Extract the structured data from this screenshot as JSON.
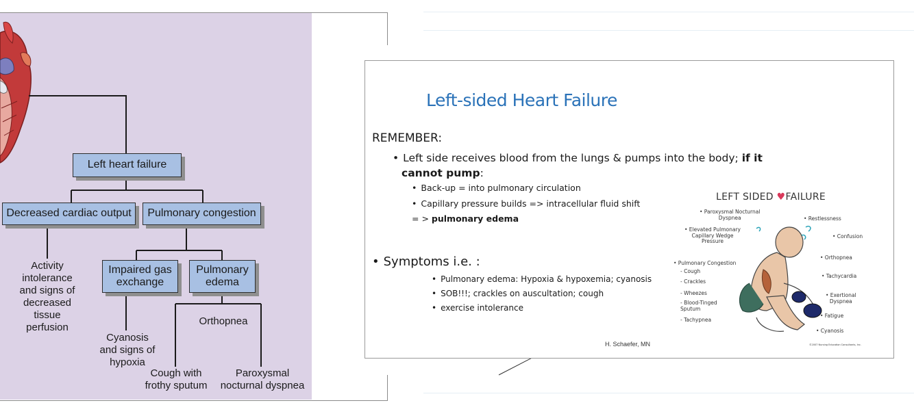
{
  "diagram": {
    "left_heart_failure": "Left heart failure",
    "decreased_cardiac_output": "Decreased cardiac output",
    "pulmonary_congestion": "Pulmonary congestion",
    "impaired_gas_exchange_1": "Impaired gas",
    "impaired_gas_exchange_2": "exchange",
    "pulmonary_edema_1": "Pulmonary",
    "pulmonary_edema_2": "edema",
    "activity_intolerance": [
      "Activity",
      "intolerance",
      "and signs of",
      "decreased",
      "tissue",
      "perfusion"
    ],
    "cyanosis": [
      "Cyanosis",
      "and signs of",
      "hypoxia"
    ],
    "orthopnea": "Orthopnea",
    "cough": [
      "Cough with",
      "frothy sputum"
    ],
    "paroxysmal": [
      "Paroxysmal",
      "nocturnal dyspnea"
    ]
  },
  "slide": {
    "title": "Left-sided Heart Failure",
    "remember": "REMEMBER:",
    "bullet1_plain": "Left side receives blood from the lungs & pumps into the body; ",
    "bullet1_bold_a": "if it",
    "bullet1_bold_b": "cannot pump",
    "bullet1_end": ":",
    "sub1": "Back-up = into pulmonary circulation",
    "sub2": "Capillary pressure builds => intracellular fluid shift",
    "sub3_plain": "= > ",
    "sub3_bold": "pulmonary edema",
    "symptoms": "Symptoms i.e. :",
    "symptom_items": [
      "Pulmonary edema: Hypoxia & hypoxemia; cyanosis",
      "SOB!!!; crackles on auscultation; cough",
      "exercise intolerance"
    ],
    "credit": "H. Schaefer, MN"
  },
  "illustration": {
    "title_a": "LEFT SIDED",
    "title_b": "FAILURE",
    "labels_left": [
      "• Paroxysmal Nocturnal\nDyspnea",
      "• Elevated Pulmonary\nCapillary Wedge\nPressure",
      "• Pulmonary Congestion",
      "- Cough",
      "- Crackles",
      "- Wheezes",
      "- Blood-Tinged\nSputum",
      "- Tachypnea"
    ],
    "labels_right": [
      "• Restlessness",
      "• Confusion",
      "• Orthopnea",
      "• Tachycardia",
      "• Exertional\nDyspnea",
      "• Fatigue",
      "• Cyanosis"
    ],
    "copyright": "©2007 Nursing Education Consultants, Inc."
  },
  "colors": {
    "diagram_background": "#dcd2e6",
    "box_fill": "#a8c0e3",
    "title_blue": "#2a72b8",
    "heart_red": "#d9385a"
  }
}
